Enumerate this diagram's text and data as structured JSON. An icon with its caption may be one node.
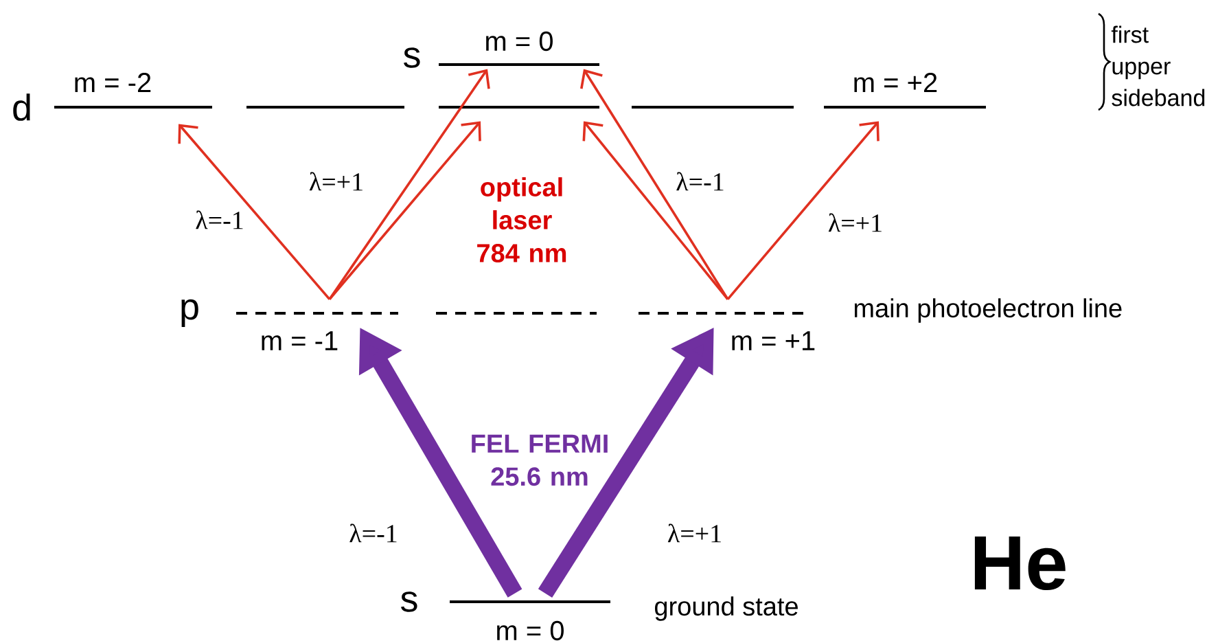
{
  "diagram": {
    "nodes": [
      {
        "text": [
          "m = -2"
        ]
      },
      {
        "text": [],
        "shape": "bar"
      },
      {
        "text": [
          "m = 0"
        ]
      },
      {
        "text": [],
        "shape": "bar"
      },
      {
        "text": [],
        "shape": "bar"
      },
      {
        "text": [
          "m = +2"
        ]
      },
      {
        "text": [
          "m = -1"
        ]
      },
      {
        "text": [],
        "shape": "bar"
      },
      {
        "text": [
          "m = +1"
        ]
      },
      {
        "text": [
          "m = 0",
          "ground state"
        ]
      }
    ],
    "edges": [
      {
        "from": 6,
        "to": 0,
        "arrow": "to",
        "label": "λ=-1"
      },
      {
        "from": 6,
        "to": 2,
        "arrow": "to",
        "label": "λ=+1"
      },
      {
        "from": 6,
        "to": 3,
        "arrow": "to"
      },
      {
        "from": 8,
        "to": 2,
        "arrow": "to",
        "label": "λ=-1"
      },
      {
        "from": 8,
        "to": 3,
        "arrow": "to"
      },
      {
        "from": 8,
        "to": 5,
        "arrow": "to",
        "label": "λ=+1"
      },
      {
        "from": 9,
        "to": 6,
        "arrow": "to",
        "label": "λ=-1",
        "style": "thick",
        "color": "#7030a0"
      },
      {
        "from": 9,
        "to": 8,
        "arrow": "to",
        "label": "λ=+1",
        "style": "thick",
        "color": "#7030a0"
      }
    ],
    "labels": [
      "first upper sideband",
      "s",
      "d",
      "optical laser 784 nm",
      "p",
      "main photoelectron line",
      "FEL FERMI 25.6 nm",
      "He",
      "s"
    ]
  }
}
